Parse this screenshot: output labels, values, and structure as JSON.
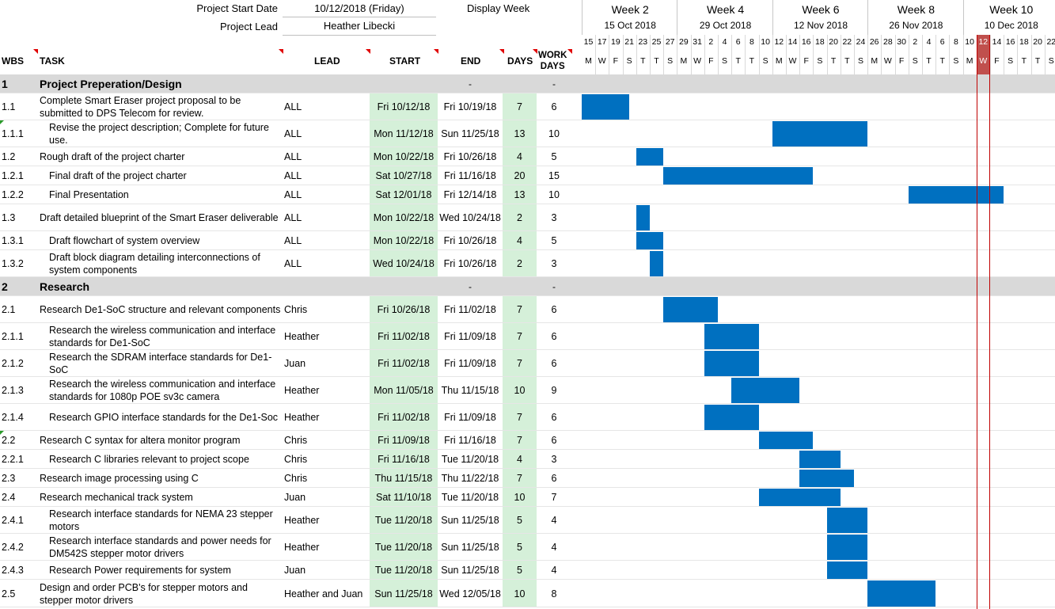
{
  "header": {
    "start_label": "Project Start Date",
    "start_value": "10/12/2018 (Friday)",
    "lead_label": "Project Lead",
    "lead_value": "Heather Libecki",
    "display_week_label": "Display Week"
  },
  "columns": {
    "wbs": "WBS",
    "task": "TASK",
    "lead": "LEAD",
    "start": "START",
    "end": "END",
    "days": "DAYS",
    "work1": "WORK",
    "work2": "DAYS"
  },
  "weeks": [
    {
      "title": "Week 2",
      "date": "15 Oct 2018"
    },
    {
      "title": "Week 4",
      "date": "29 Oct 2018"
    },
    {
      "title": "Week 6",
      "date": "12 Nov 2018"
    },
    {
      "title": "Week 8",
      "date": "26 Nov 2018"
    },
    {
      "title": "Week 10",
      "date": "10 Dec 2018"
    }
  ],
  "day_numbers": [
    "15",
    "17",
    "19",
    "21",
    "23",
    "25",
    "27",
    "29",
    "31",
    "2",
    "4",
    "6",
    "8",
    "10",
    "12",
    "14",
    "16",
    "18",
    "20",
    "22",
    "24",
    "26",
    "28",
    "30",
    "2",
    "4",
    "6",
    "8",
    "10",
    "12",
    "14",
    "16",
    "18",
    "20",
    "22"
  ],
  "day_letters": [
    "M",
    "W",
    "F",
    "S",
    "T",
    "T",
    "S",
    "M",
    "W",
    "F",
    "S",
    "T",
    "T",
    "S",
    "M",
    "W",
    "F",
    "S",
    "T",
    "T",
    "S",
    "M",
    "W",
    "F",
    "S",
    "T",
    "T",
    "S",
    "M",
    "W",
    "F",
    "S",
    "T",
    "T",
    "S"
  ],
  "today_index": 29,
  "colors": {
    "bar": "#0070c0",
    "section_bg": "#d9d9d9",
    "date_bg": "#d5f0d9",
    "today": "#c0504d"
  },
  "rows": [
    {
      "wbs": "1",
      "task": "Project Preperation/Design",
      "lead": "",
      "start": "",
      "end": "-",
      "days": "",
      "work": "-",
      "type": "section",
      "bar_start_day": null,
      "bar_days": null
    },
    {
      "wbs": "1.1",
      "task": "Complete Smart Eraser project proposal to be submitted to DPS Telecom for review.",
      "lead": "ALL",
      "start": "Fri 10/12/18",
      "end": "Fri 10/19/18",
      "days": "7",
      "work": "6",
      "type": "task",
      "bar_start_day": 0,
      "bar_days": 7
    },
    {
      "wbs": "1.1.1",
      "task": "Revise the project description; Complete for future use.",
      "lead": "ALL",
      "start": "Mon 11/12/18",
      "end": "Sun 11/25/18",
      "days": "13",
      "work": "10",
      "type": "sub",
      "bar_start_day": 28,
      "bar_days": 14,
      "note": true
    },
    {
      "wbs": "1.2",
      "task": "Rough draft of the project charter",
      "lead": "ALL",
      "start": "Mon 10/22/18",
      "end": "Fri 10/26/18",
      "days": "4",
      "work": "5",
      "type": "task",
      "bar_start_day": 8,
      "bar_days": 4
    },
    {
      "wbs": "1.2.1",
      "task": "Final draft of the project charter",
      "lead": "ALL",
      "start": "Sat 10/27/18",
      "end": "Fri 11/16/18",
      "days": "20",
      "work": "15",
      "type": "sub",
      "bar_start_day": 12,
      "bar_days": 22
    },
    {
      "wbs": "1.2.2",
      "task": "Final Presentation",
      "lead": "ALL",
      "start": "Sat 12/01/18",
      "end": "Fri 12/14/18",
      "days": "13",
      "work": "10",
      "type": "sub",
      "bar_start_day": 48,
      "bar_days": 14
    },
    {
      "wbs": "1.3",
      "task": "Draft detailed blueprint of the Smart Eraser deliverable",
      "lead": "ALL",
      "start": "Mon 10/22/18",
      "end": "Wed 10/24/18",
      "days": "2",
      "work": "3",
      "type": "task",
      "bar_start_day": 8,
      "bar_days": 2
    },
    {
      "wbs": "1.3.1",
      "task": "Draft flowchart of system overview",
      "lead": "ALL",
      "start": "Mon 10/22/18",
      "end": "Fri 10/26/18",
      "days": "4",
      "work": "5",
      "type": "sub",
      "bar_start_day": 8,
      "bar_days": 4
    },
    {
      "wbs": "1.3.2",
      "task": "Draft block diagram detailing interconnections of system components",
      "lead": "ALL",
      "start": "Wed 10/24/18",
      "end": "Fri 10/26/18",
      "days": "2",
      "work": "3",
      "type": "sub",
      "bar_start_day": 10,
      "bar_days": 2
    },
    {
      "wbs": "2",
      "task": "Research",
      "lead": "",
      "start": "",
      "end": "-",
      "days": "",
      "work": "-",
      "type": "section",
      "bar_start_day": null,
      "bar_days": null
    },
    {
      "wbs": "2.1",
      "task": "Research De1-SoC structure and relevant components",
      "lead": "Chris",
      "start": "Fri 10/26/18",
      "end": "Fri 11/02/18",
      "days": "7",
      "work": "6",
      "type": "task",
      "bar_start_day": 12,
      "bar_days": 8
    },
    {
      "wbs": "2.1.1",
      "task": "Research the wireless communication and interface standards for De1-SoC",
      "lead": "Heather",
      "start": "Fri 11/02/18",
      "end": "Fri 11/09/18",
      "days": "7",
      "work": "6",
      "type": "sub",
      "bar_start_day": 18,
      "bar_days": 8
    },
    {
      "wbs": "2.1.2",
      "task": "Research the SDRAM interface standards for De1-SoC",
      "lead": "Juan",
      "start": "Fri 11/02/18",
      "end": "Fri 11/09/18",
      "days": "7",
      "work": "6",
      "type": "sub",
      "bar_start_day": 18,
      "bar_days": 8
    },
    {
      "wbs": "2.1.3",
      "task": "Research the wireless communication and interface standards for 1080p POE sv3c camera",
      "lead": "Heather",
      "start": "Mon 11/05/18",
      "end": "Thu 11/15/18",
      "days": "10",
      "work": "9",
      "type": "sub",
      "bar_start_day": 22,
      "bar_days": 10
    },
    {
      "wbs": "2.1.4",
      "task": "Research GPIO interface standards for the De1-Soc",
      "lead": "Heather",
      "start": "Fri 11/02/18",
      "end": "Fri 11/09/18",
      "days": "7",
      "work": "6",
      "type": "sub",
      "bar_start_day": 18,
      "bar_days": 8
    },
    {
      "wbs": "2.2",
      "task": "Research C syntax for altera monitor program",
      "lead": "Chris",
      "start": "Fri 11/09/18",
      "end": "Fri 11/16/18",
      "days": "7",
      "work": "6",
      "type": "task",
      "bar_start_day": 26,
      "bar_days": 8,
      "note": true
    },
    {
      "wbs": "2.2.1",
      "task": "Research C libraries relevant to project scope",
      "lead": "Chris",
      "start": "Fri 11/16/18",
      "end": "Tue 11/20/18",
      "days": "4",
      "work": "3",
      "type": "sub",
      "bar_start_day": 32,
      "bar_days": 6
    },
    {
      "wbs": "2.3",
      "task": "Research image processing using C",
      "lead": "Chris",
      "start": "Thu 11/15/18",
      "end": "Thu 11/22/18",
      "days": "7",
      "work": "6",
      "type": "task",
      "bar_start_day": 32,
      "bar_days": 8
    },
    {
      "wbs": "2.4",
      "task": "Research mechanical  track system",
      "lead": "Juan",
      "start": "Sat 11/10/18",
      "end": "Tue 11/20/18",
      "days": "10",
      "work": "7",
      "type": "task",
      "bar_start_day": 26,
      "bar_days": 12
    },
    {
      "wbs": "2.4.1",
      "task": "Research interface standards for NEMA 23 stepper motors",
      "lead": "Heather",
      "start": "Tue 11/20/18",
      "end": "Sun 11/25/18",
      "days": "5",
      "work": "4",
      "type": "sub",
      "bar_start_day": 36,
      "bar_days": 6
    },
    {
      "wbs": "2.4.2",
      "task": "Research interface standards and power needs for DM542S stepper motor drivers",
      "lead": "Heather",
      "start": "Tue 11/20/18",
      "end": "Sun 11/25/18",
      "days": "5",
      "work": "4",
      "type": "sub",
      "bar_start_day": 36,
      "bar_days": 6
    },
    {
      "wbs": "2.4.3",
      "task": "Research Power requirements for system",
      "lead": "Juan",
      "start": "Tue 11/20/18",
      "end": "Sun 11/25/18",
      "days": "5",
      "work": "4",
      "type": "sub",
      "bar_start_day": 36,
      "bar_days": 6
    },
    {
      "wbs": "2.5",
      "task": "Design and order PCB's for stepper motors and stepper motor drivers",
      "lead": "Heather and Juan",
      "start": "Sun 11/25/18",
      "end": "Wed 12/05/18",
      "days": "10",
      "work": "8",
      "type": "task",
      "bar_start_day": 42,
      "bar_days": 10
    }
  ]
}
